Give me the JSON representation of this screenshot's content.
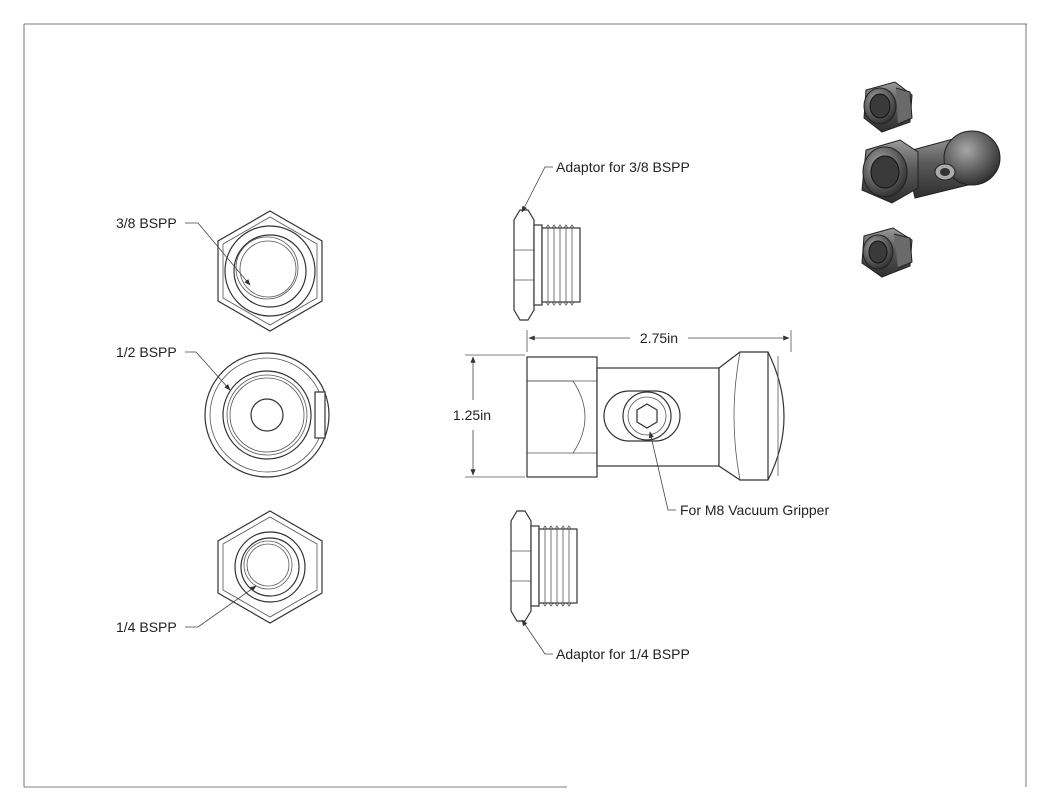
{
  "callouts": {
    "adaptor_38": "Adaptor for 3/8 BSPP",
    "adaptor_14": "Adaptor for 1/4 BSPP",
    "bspp_38": "3/8 BSPP",
    "bspp_12": "1/2 BSPP",
    "bspp_14": "1/4 BSPP",
    "vacuum": "For M8 Vacuum Gripper"
  },
  "dimensions": {
    "length": "2.75in",
    "height": "1.25in"
  },
  "colors": {
    "line": "#333333",
    "render_dark": "#4a4a4a",
    "render_light": "#8a8a8a"
  }
}
